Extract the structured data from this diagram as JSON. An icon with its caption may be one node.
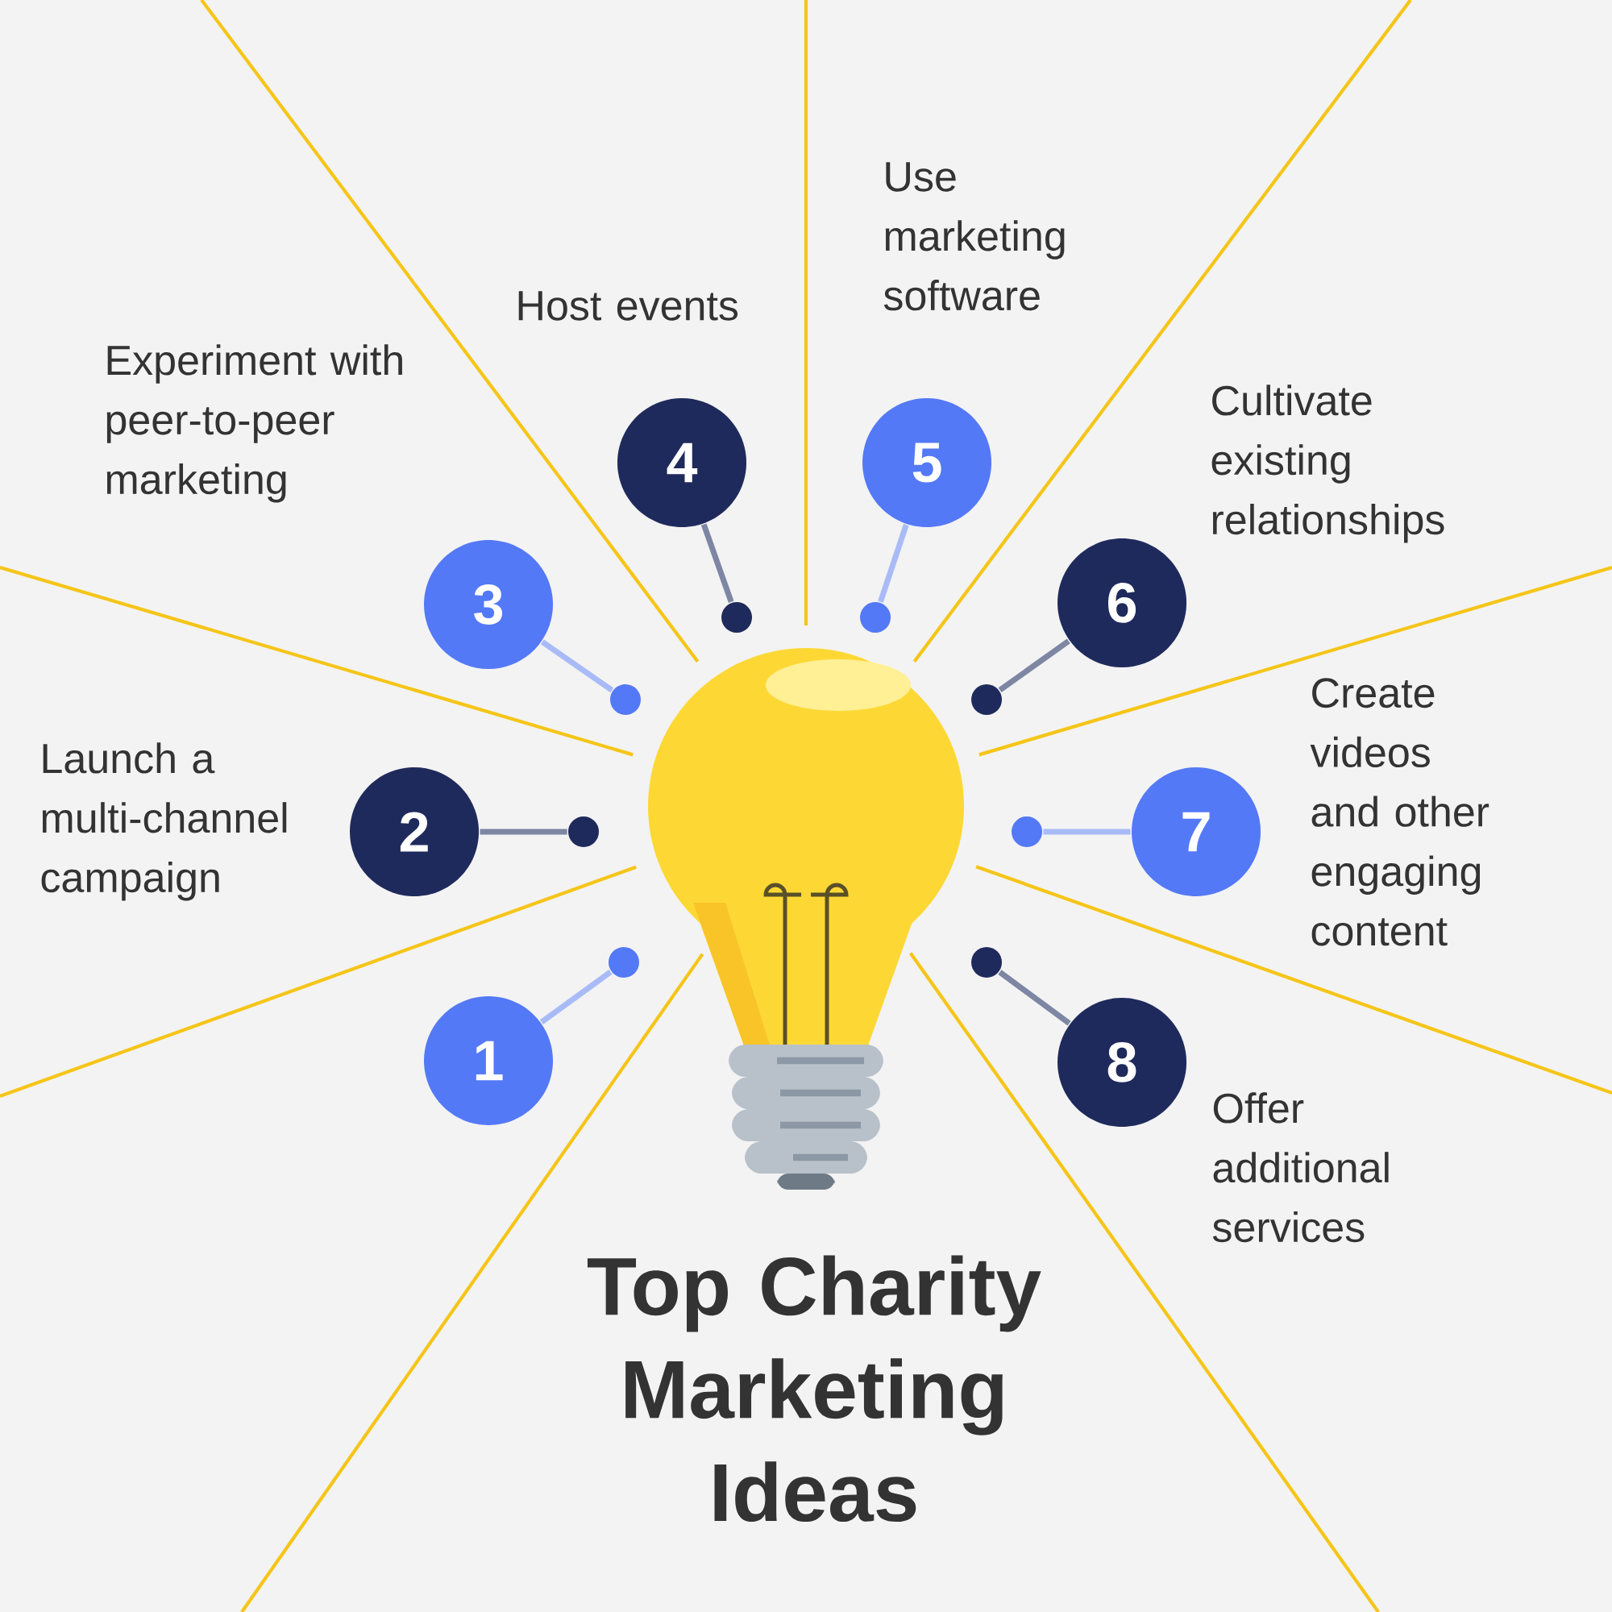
{
  "diagram": {
    "title": "Top Charity Marketing Ideas",
    "nodes": [
      {
        "text": [
          "1"
        ]
      },
      {
        "text": [],
        "shape": "circle"
      },
      {
        "text": [
          "2"
        ],
        "beside": [
          "Launch a multi-channel campaign"
        ]
      },
      {
        "text": [],
        "shape": "circle"
      },
      {
        "text": [
          "3"
        ],
        "beside": [
          "Experiment with peer-to-peer marketing"
        ]
      },
      {
        "text": [],
        "shape": "circle"
      },
      {
        "text": [
          "4"
        ],
        "beside": [
          "Host events"
        ]
      },
      {
        "text": [],
        "shape": "circle"
      },
      {
        "text": [
          "5"
        ],
        "beside": [
          "Use marketing software"
        ]
      },
      {
        "text": [],
        "shape": "circle"
      },
      {
        "text": [
          "6"
        ],
        "beside": [
          "Cultivate existing relationships"
        ]
      },
      {
        "text": [],
        "shape": "circle"
      },
      {
        "text": [
          "7"
        ],
        "beside": [
          "Create videos and other engaging content"
        ]
      },
      {
        "text": [],
        "shape": "circle"
      },
      {
        "text": [
          "8"
        ],
        "beside": [
          "Offer additional services"
        ]
      },
      {
        "text": [],
        "shape": "circle"
      }
    ],
    "edges": [
      {
        "from": 0,
        "to": 1,
        "arrow": "none",
        "color": "#a9bbf7"
      },
      {
        "from": 2,
        "to": 3,
        "arrow": "none",
        "color": "#7d86a3"
      },
      {
        "from": 4,
        "to": 5,
        "arrow": "none",
        "color": "#a9bbf7"
      },
      {
        "from": 6,
        "to": 7,
        "arrow": "none",
        "color": "#7d86a3"
      },
      {
        "from": 8,
        "to": 9,
        "arrow": "none",
        "color": "#a9bbf7"
      },
      {
        "from": 10,
        "to": 11,
        "arrow": "none",
        "color": "#7d86a3"
      },
      {
        "from": 12,
        "to": 13,
        "arrow": "none",
        "color": "#a9bbf7"
      },
      {
        "from": 14,
        "to": 15,
        "arrow": "none",
        "color": "#7d86a3"
      }
    ]
  }
}
